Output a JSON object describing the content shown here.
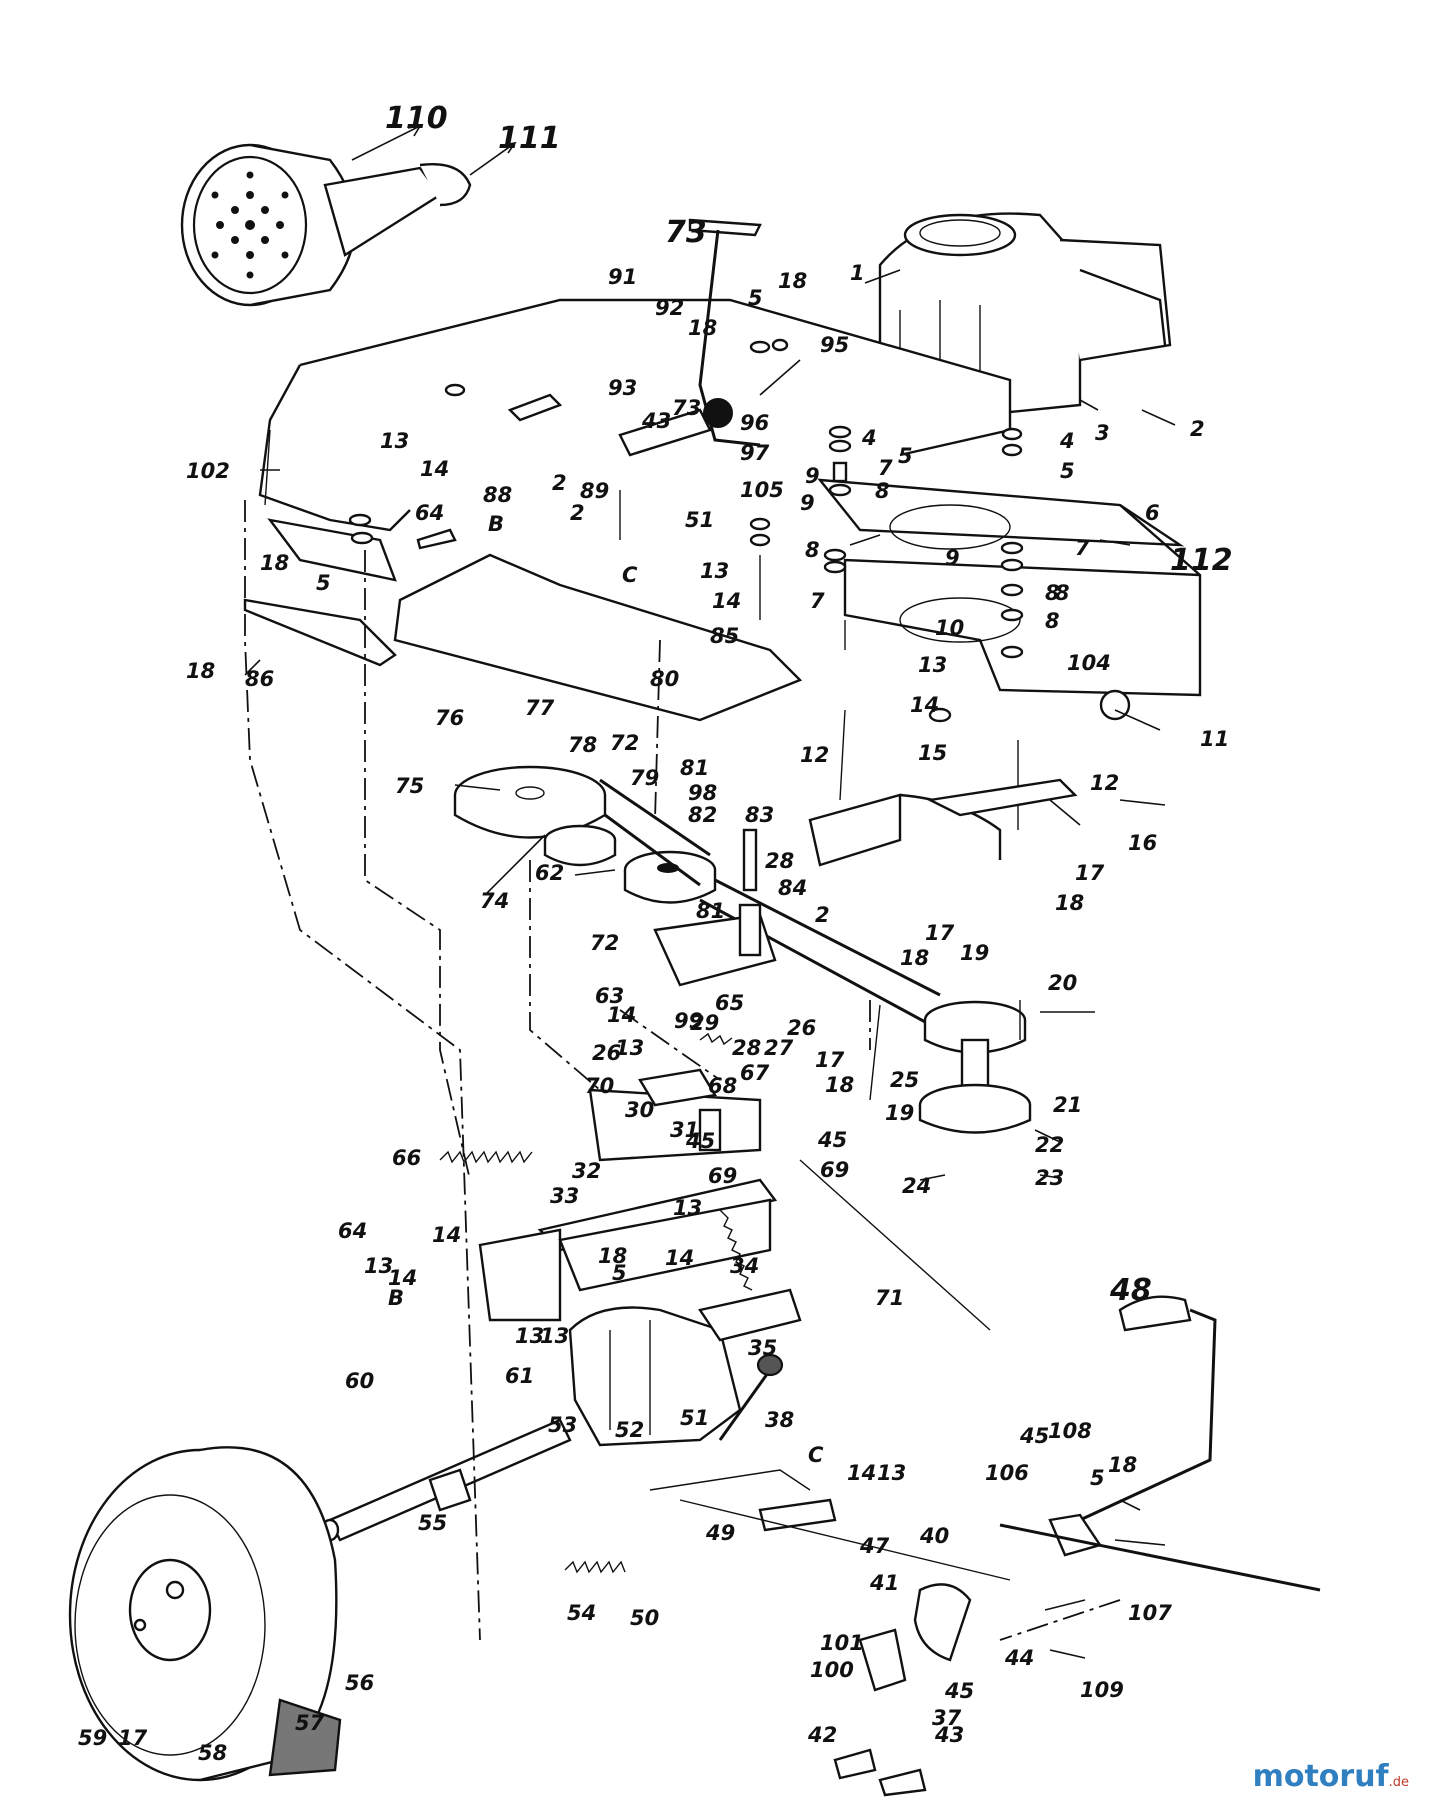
{
  "labels": [
    "110",
    "111",
    "73",
    "91",
    "92",
    "18",
    "5",
    "18",
    "95",
    "1",
    "93",
    "73",
    "96",
    "97",
    "2",
    "3",
    "4",
    "5",
    "4",
    "7",
    "5",
    "9",
    "8",
    "7",
    "9",
    "8",
    "8",
    "7",
    "6",
    "102",
    "13",
    "14",
    "88",
    "2",
    "89",
    "43",
    "51",
    "105",
    "2",
    "C",
    "13",
    "14",
    "85",
    "18",
    "5",
    "64",
    "B",
    "86",
    "18",
    "9",
    "8",
    "8",
    "112",
    "10",
    "104",
    "13",
    "14",
    "15",
    "11",
    "12",
    "12",
    "16",
    "77",
    "76",
    "75",
    "78",
    "80",
    "72",
    "81",
    "79",
    "98",
    "82",
    "83",
    "74",
    "62",
    "28",
    "84",
    "72",
    "81",
    "2",
    "17",
    "18",
    "17",
    "18",
    "19",
    "20",
    "63",
    "14",
    "13",
    "99",
    "65",
    "29",
    "28",
    "27",
    "26",
    "17",
    "18",
    "25",
    "21",
    "19",
    "26",
    "70",
    "68",
    "67",
    "30",
    "31",
    "45",
    "45",
    "69",
    "69",
    "22",
    "23",
    "24",
    "66",
    "32",
    "33",
    "13",
    "64",
    "14",
    "13",
    "14",
    "B",
    "18",
    "5",
    "14",
    "34",
    "71",
    "13",
    "13",
    "48",
    "61",
    "35",
    "60",
    "51",
    "38",
    "53",
    "52",
    "55",
    "C",
    "14",
    "13",
    "45",
    "108",
    "5",
    "18",
    "106",
    "54",
    "50",
    "49",
    "47",
    "40",
    "41",
    "107",
    "101",
    "100",
    "44",
    "109",
    "45",
    "37",
    "42",
    "43",
    "56",
    "59",
    "17",
    "58",
    "57"
  ],
  "watermark": {
    "brand": "motoruf",
    "tld": ".de"
  }
}
